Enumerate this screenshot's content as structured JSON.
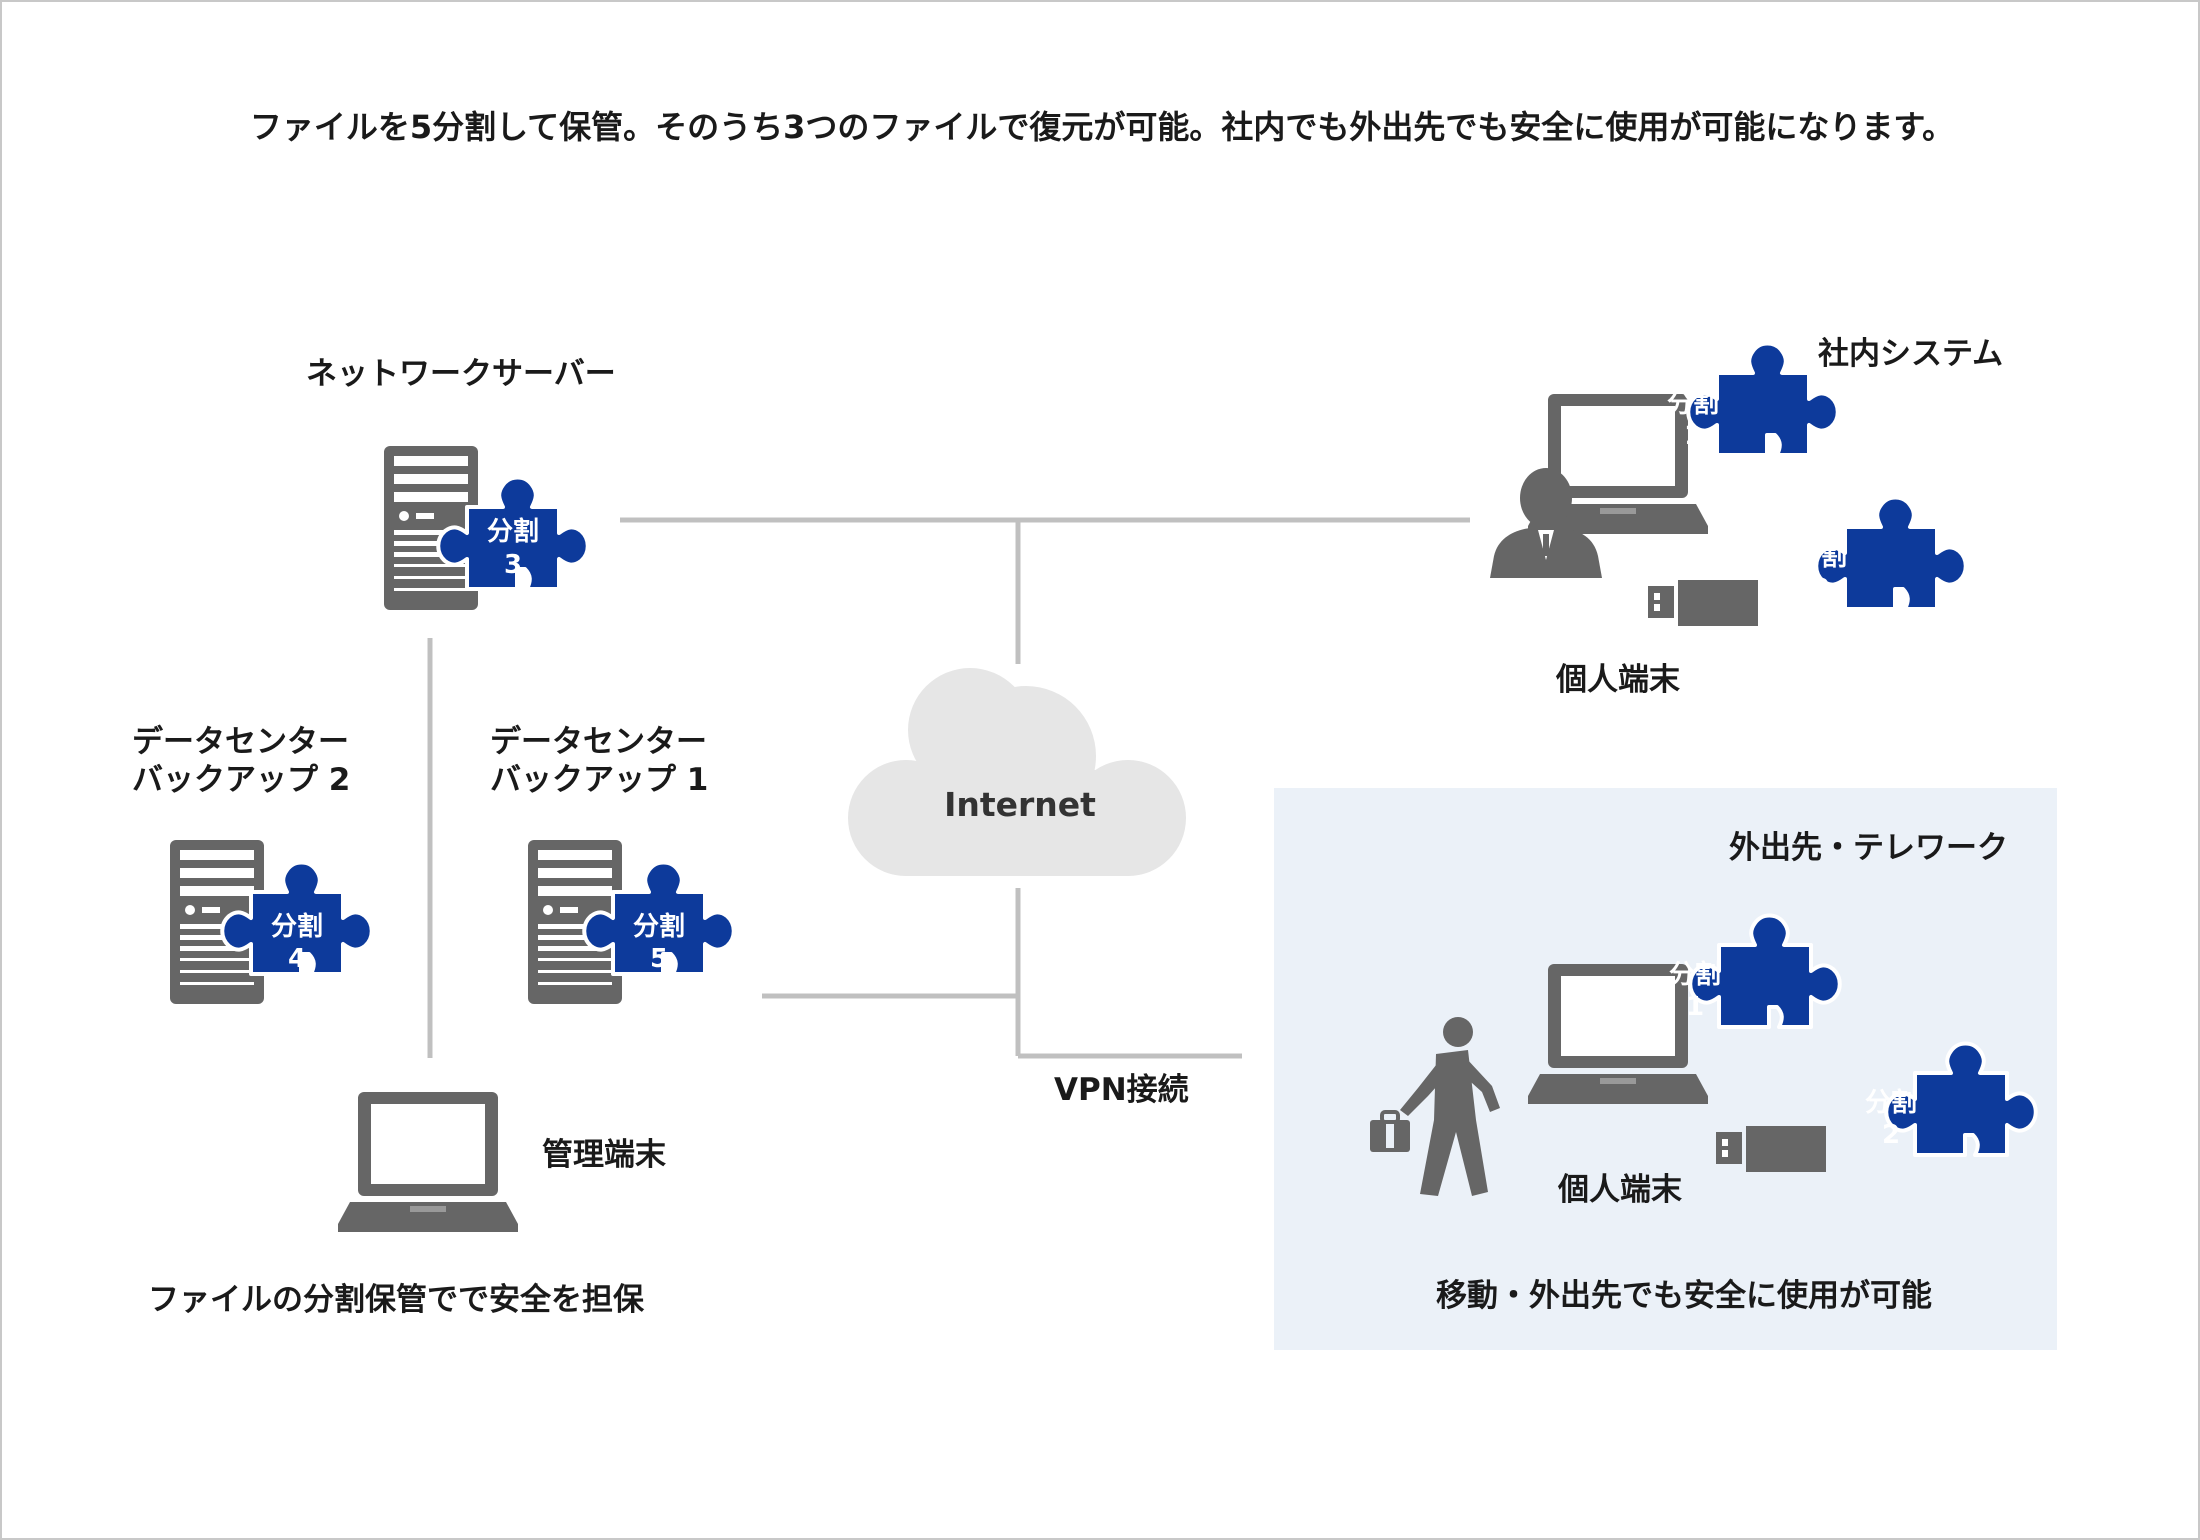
{
  "header": {
    "text": "ファイルを5分割して保管。そのうち3つのファイルで復元が可能。社内でも外出先でも安全に使用が可能になります。"
  },
  "nodes": {
    "network_server": "ネットワークサーバー",
    "dc_backup_2_line1": "データセンター",
    "dc_backup_2_line2": "バックアップ 2",
    "dc_backup_1_line1": "データセンター",
    "dc_backup_1_line2": "バックアップ 1",
    "admin_terminal": "管理端末",
    "internal_system": "社内システム",
    "personal_terminal_office": "個人端末",
    "telework_title": "外出先・テレワーク",
    "personal_terminal_telework": "個人端末",
    "cloud": "Internet",
    "vpn": "VPN接続"
  },
  "captions": {
    "left": "ファイルの分割保管でで安全を担保",
    "telework": "移動・外出先でも安全に使用が可能"
  },
  "pieces": {
    "word": "分割",
    "server": "3",
    "dc2": "4",
    "dc1": "5",
    "office_laptop": "1",
    "office_usb": "2",
    "telework_laptop": "1",
    "telework_usb": "2"
  },
  "colors": {
    "puzzle": "#0d3a9b",
    "device": "#666666",
    "line": "#c0c0c0",
    "cloud": "#e6e6e6",
    "telework_bg": "#ebf1f8"
  }
}
